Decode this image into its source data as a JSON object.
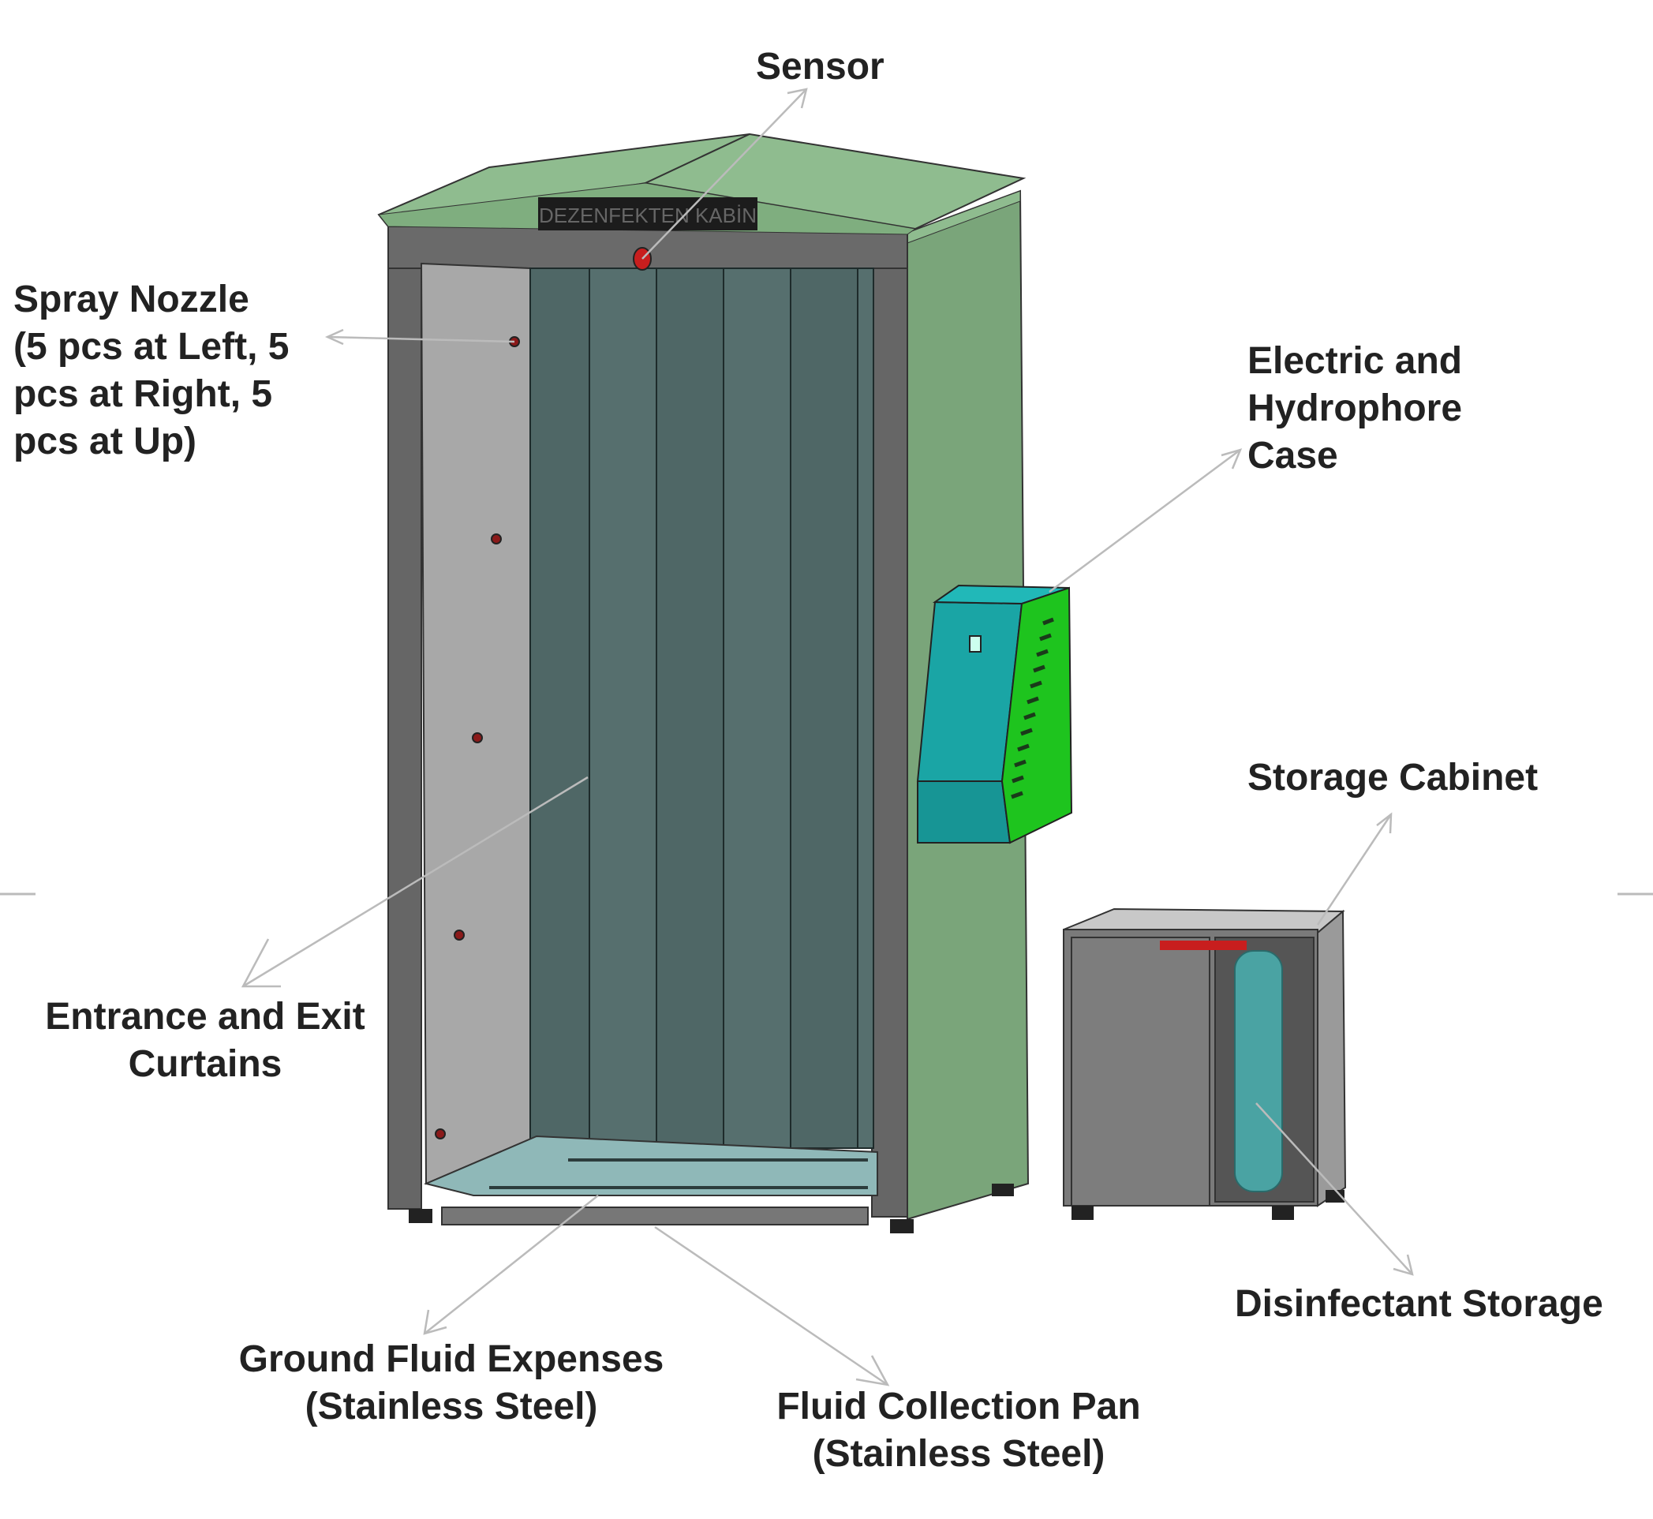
{
  "cabin_sign": "DEZENFEKTEN KABİN",
  "labels": {
    "sensor": [
      "Sensor"
    ],
    "spray_nozzle": [
      "Spray Nozzle",
      "(5 pcs at Left, 5",
      "pcs at Right, 5",
      "pcs at Up)"
    ],
    "electric_case": [
      "Electric and",
      "Hydrophore",
      "Case"
    ],
    "storage_cabinet": [
      "Storage Cabinet"
    ],
    "curtains": [
      "Entrance and Exit",
      "Curtains"
    ],
    "disinfectant_storage": [
      "Disinfectant Storage"
    ],
    "ground_fluid": [
      "Ground Fluid Expenses",
      "(Stainless Steel)"
    ],
    "collection_pan": [
      "Fluid Collection Pan",
      "(Stainless Steel)"
    ]
  },
  "colors": {
    "roof": "#8fbc8f",
    "side_panel": "#7aa57a",
    "frame": "#5f5f5f",
    "interior_wall": "#a8a8a8",
    "curtain": "#4f6766",
    "floor": "#8fb8b8",
    "case_teal": "#1aa5a5",
    "case_green": "#1ec41e",
    "cabinet": "#7a7a7a",
    "cabinet_top": "#c8c8c8",
    "tank": "#4aa3a3",
    "nozzle": "#8b1a1a",
    "leader_line": "#bbbbbb"
  }
}
